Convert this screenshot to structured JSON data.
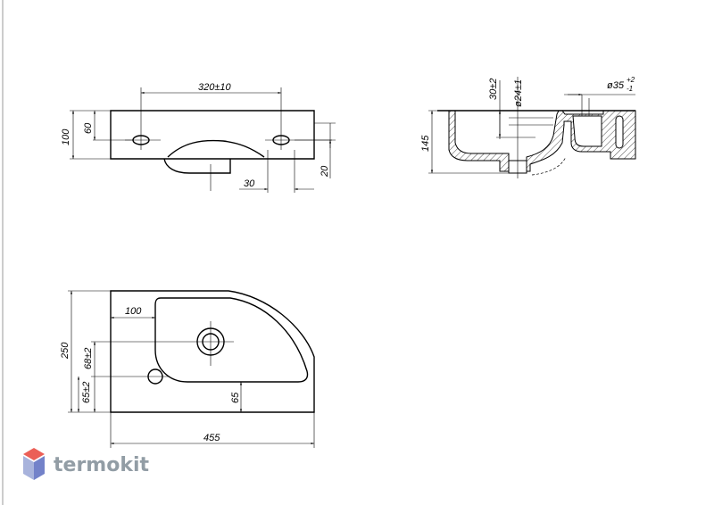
{
  "front_view": {
    "dim_hole_spacing": "320±10",
    "dim_height": "100",
    "dim_hole_height": "60",
    "dim_offset": "30",
    "dim_right": "20"
  },
  "side_view": {
    "dim_height": "145",
    "dim_drain_depth": "30±2",
    "dim_drain_diameter": "ø24±1",
    "dim_overflow": "ø35",
    "dim_overflow_tol_upper": "+2",
    "dim_overflow_tol_lower": "-1"
  },
  "top_view": {
    "dim_depth": "250",
    "dim_left_offset": "100",
    "dim_drain_y": "68±2",
    "dim_tap_y": "65±2",
    "dim_bowl_offset": "65",
    "dim_width": "455"
  },
  "brand": {
    "name": "termokit",
    "logo_colors": [
      "#e8443a",
      "#9aa6d6",
      "#5b6dc0"
    ]
  }
}
